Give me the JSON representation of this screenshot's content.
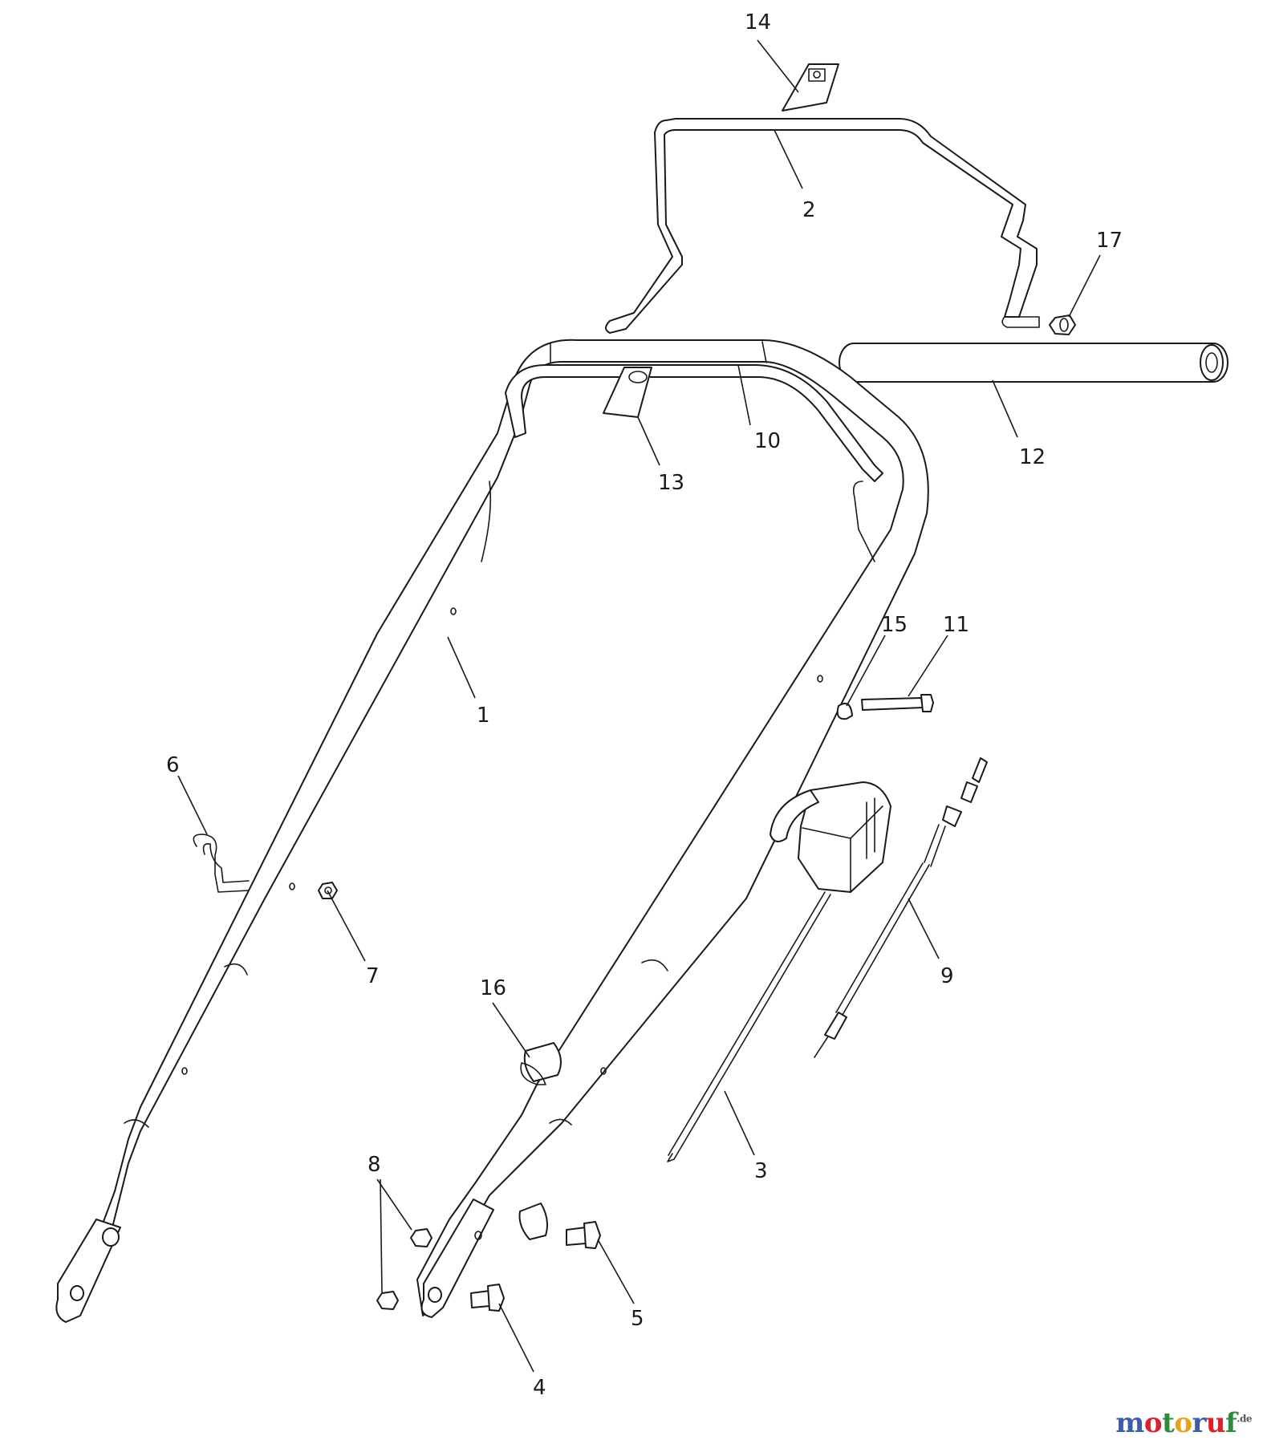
{
  "callouts": {
    "p1": "1",
    "p2": "2",
    "p3": "3",
    "p4": "4",
    "p5": "5",
    "p6": "6",
    "p7": "7",
    "p8": "8",
    "p9": "9",
    "p10": "10",
    "p11": "11",
    "p12": "12",
    "p13": "13",
    "p14": "14",
    "p15": "15",
    "p16": "16",
    "p17": "17"
  },
  "watermark": {
    "text": "motoruf",
    "tld": ".de",
    "colors": [
      "#3b5ea8",
      "#d8232a",
      "#2e8b3e",
      "#e8a11a",
      "#3b5ea8",
      "#d8232a",
      "#2e8b3e"
    ]
  }
}
